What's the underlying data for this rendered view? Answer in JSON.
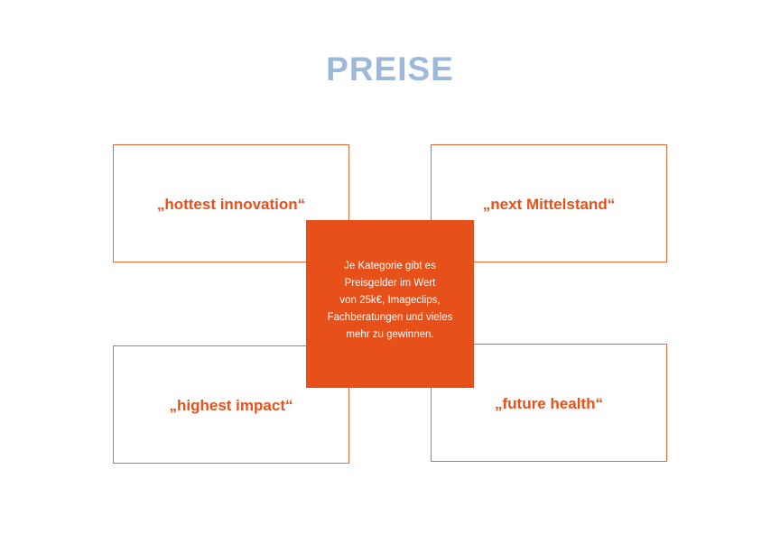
{
  "title": "PREISE",
  "categories": [
    {
      "label": "„hottest innovation“"
    },
    {
      "label": "„next Mittelstand“"
    },
    {
      "label": "„highest impact“"
    },
    {
      "label": "„future health“"
    }
  ],
  "info": {
    "lines": [
      "Je Kategorie gibt es",
      "Preisgelder im Wert",
      "von 25k€, Imageclips,",
      "Fachberatungen und vieles",
      "mehr zu gewinnen."
    ]
  },
  "colors": {
    "title": "#9cb9dc",
    "accent": "#e8501a",
    "box_border": "#eb6b3b"
  }
}
